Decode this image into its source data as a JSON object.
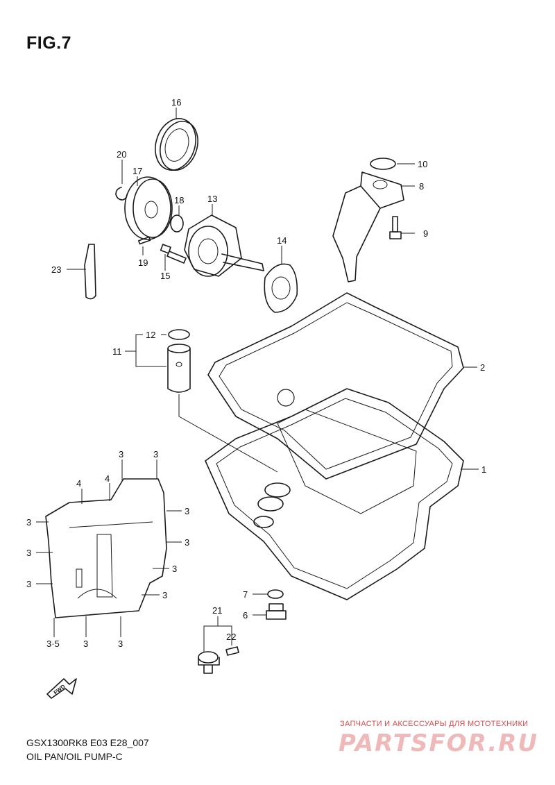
{
  "figure": {
    "title": "FIG.7"
  },
  "callouts": [
    {
      "id": "c16",
      "text": "16"
    },
    {
      "id": "c20",
      "text": "20"
    },
    {
      "id": "c17",
      "text": "17"
    },
    {
      "id": "c18",
      "text": "18"
    },
    {
      "id": "c13",
      "text": "13"
    },
    {
      "id": "c14",
      "text": "14"
    },
    {
      "id": "c19",
      "text": "19"
    },
    {
      "id": "c15",
      "text": "15"
    },
    {
      "id": "c23",
      "text": "23"
    },
    {
      "id": "c10",
      "text": "10"
    },
    {
      "id": "c8",
      "text": "8"
    },
    {
      "id": "c9",
      "text": "9"
    },
    {
      "id": "c12",
      "text": "12"
    },
    {
      "id": "c11",
      "text": "11"
    },
    {
      "id": "c2",
      "text": "2"
    },
    {
      "id": "c1",
      "text": "1"
    },
    {
      "id": "c4a",
      "text": "4"
    },
    {
      "id": "c4b",
      "text": "4"
    },
    {
      "id": "c3a",
      "text": "3"
    },
    {
      "id": "c3b",
      "text": "3"
    },
    {
      "id": "c3c",
      "text": "3"
    },
    {
      "id": "c3d",
      "text": "3"
    },
    {
      "id": "c3e",
      "text": "3"
    },
    {
      "id": "c3f",
      "text": "3"
    },
    {
      "id": "c3g",
      "text": "3"
    },
    {
      "id": "c3h",
      "text": "3"
    },
    {
      "id": "c3i",
      "text": "3"
    },
    {
      "id": "c3j",
      "text": "3"
    },
    {
      "id": "c3k",
      "text": "3"
    },
    {
      "id": "c3l",
      "text": "3"
    },
    {
      "id": "c35",
      "text": "3·5"
    },
    {
      "id": "c3m",
      "text": "3"
    },
    {
      "id": "c3n",
      "text": "3"
    },
    {
      "id": "c7",
      "text": "7"
    },
    {
      "id": "c6",
      "text": "6"
    },
    {
      "id": "c21",
      "text": "21"
    },
    {
      "id": "c22",
      "text": "22"
    }
  ],
  "fwd_label": "FWD",
  "footer": {
    "model_code": "GSX1300RK8 E03 E28_007",
    "section_name": "OIL PAN/OIL PUMP-C"
  },
  "watermark": {
    "tagline": "ЗАПЧАСТИ И АКСЕССУАРЫ ДЛЯ МОТОТЕХНИКИ",
    "logo": "PARTSFOR.RU"
  }
}
